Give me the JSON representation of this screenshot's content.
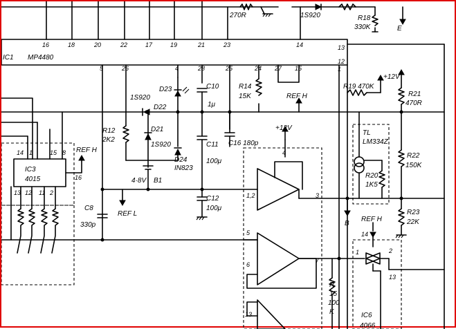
{
  "labels": {
    "r_270r": "270R",
    "d_1s920_top": "1S920",
    "r18": "R18",
    "r18_value": "330K",
    "e": "E",
    "ic1": "IC1",
    "mp4480": "MP4480",
    "d23": "D23",
    "c10": "C10",
    "c10_value": "1μ",
    "r14": "R14",
    "r14_value": "15K",
    "ref_h": "REF H",
    "ref_l": "REF L",
    "d22_type": "1S920",
    "d22": "D22",
    "d21": "D21",
    "d21_type": "1S920",
    "r12": "R12",
    "r12_value": "2K2",
    "c11": "C11",
    "c11_value": "100μ",
    "c16": "C16 180p",
    "plus12v": "+12V",
    "d24": "D24",
    "d24_type": "IN823",
    "battery_voltage": "4·8V",
    "b1": "B1",
    "c12": "C12",
    "c12_value": "100μ",
    "c8": "C8",
    "c8_value": "330p",
    "r15": "R",
    "r15_num": "15",
    "r15_value": "100",
    "r15_unit": "K",
    "r19": "R19 470K",
    "r21": "R21",
    "r21_value": "470R",
    "tl": "TL",
    "lm334z": "LM334Z",
    "r22": "R22",
    "r22_value": "150K",
    "r20": "R20",
    "r20_value": "1K5",
    "r23": "R23",
    "r23_value": "22K",
    "b": "B",
    "ic6": "IC6",
    "ic6_type": "4066",
    "ic3": "IC3",
    "ic3_type": "4015"
  },
  "pins": {
    "top": [
      "16",
      "18",
      "20",
      "22",
      "17",
      "19",
      "21",
      "23",
      "14"
    ],
    "right": [
      "13",
      "12",
      "1"
    ],
    "bottom": [
      "5",
      "26",
      "4",
      "28",
      "25",
      "24",
      "27",
      "15"
    ],
    "opamp": [
      "4",
      "1,2",
      "3",
      "5",
      "7",
      "6",
      "13"
    ],
    "ic6": [
      "14",
      "1",
      "2",
      "13"
    ],
    "ic3_top": [
      "14",
      "1",
      "15",
      "8"
    ],
    "ic3_side": [
      "16"
    ],
    "ic3_bottom": [
      "13",
      "12",
      "11",
      "2"
    ]
  },
  "colors": {
    "frame_border": "#e00000",
    "ink": "#000000",
    "background": "#ffffff"
  }
}
